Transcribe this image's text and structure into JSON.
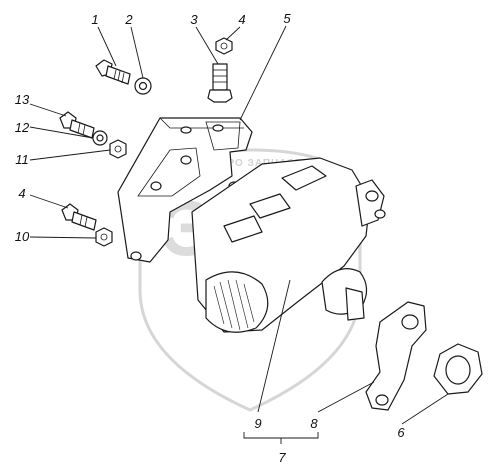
{
  "watermark": {
    "big_text": "ЭПФ",
    "small_text": "ЭЛЕКТРО ЗАПЧАСТИ"
  },
  "callouts": [
    {
      "id": "1",
      "label": "1"
    },
    {
      "id": "2",
      "label": "2"
    },
    {
      "id": "3",
      "label": "3"
    },
    {
      "id": "4a",
      "label": "4"
    },
    {
      "id": "5",
      "label": "5"
    },
    {
      "id": "13",
      "label": "13"
    },
    {
      "id": "12",
      "label": "12"
    },
    {
      "id": "11",
      "label": "11"
    },
    {
      "id": "4b",
      "label": "4"
    },
    {
      "id": "10",
      "label": "10"
    },
    {
      "id": "9",
      "label": "9"
    },
    {
      "id": "8",
      "label": "8"
    },
    {
      "id": "7",
      "label": "7"
    },
    {
      "id": "6",
      "label": "6"
    }
  ]
}
